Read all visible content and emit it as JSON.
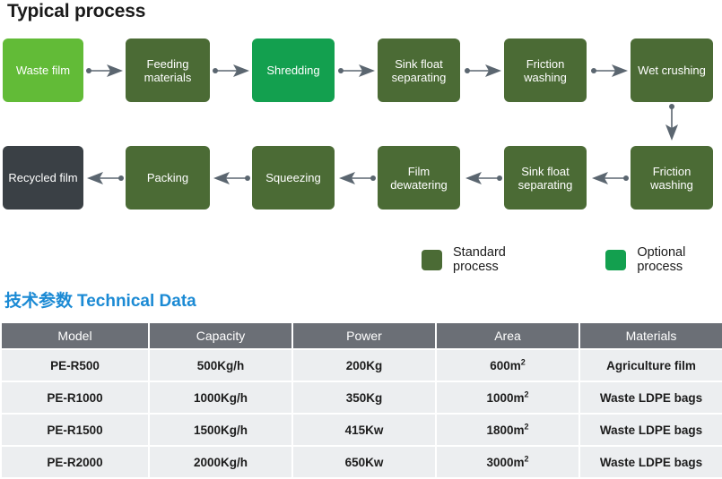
{
  "process": {
    "title": "Typical process",
    "nodes_row1": [
      {
        "label": "Waste film",
        "type": "start"
      },
      {
        "label": "Feeding materials",
        "type": "standard"
      },
      {
        "label": "Shredding",
        "type": "optional"
      },
      {
        "label": "Sink float separating",
        "type": "standard"
      },
      {
        "label": "Friction washing",
        "type": "standard"
      },
      {
        "label": "Wet crushing",
        "type": "standard"
      }
    ],
    "nodes_row2": [
      {
        "label": "Recycled film",
        "type": "end"
      },
      {
        "label": "Packing",
        "type": "standard"
      },
      {
        "label": "Squeezing",
        "type": "standard"
      },
      {
        "label": "Film dewatering",
        "type": "standard"
      },
      {
        "label": "Sink float separating",
        "type": "standard"
      },
      {
        "label": "Friction washing",
        "type": "standard"
      }
    ],
    "legend": [
      {
        "label": "Standard process",
        "color": "#4b6b35"
      },
      {
        "label": "Optional process",
        "color": "#13a04f"
      }
    ],
    "colors": {
      "start": "#62bb37",
      "standard": "#4b6b35",
      "optional": "#13a04f",
      "end": "#3a4045",
      "arrow": "#5b6670"
    }
  },
  "tech": {
    "heading_cn": "技术参数",
    "heading_en": "Technical Data",
    "heading_color": "#1b8ad4",
    "columns": [
      "Model",
      "Capacity",
      "Power",
      "Area",
      "Materials"
    ],
    "rows": [
      {
        "model": "PE-R500",
        "capacity": "500Kg/h",
        "power": "200Kg",
        "area": "600m",
        "area_sup": "2",
        "materials": "Agriculture film"
      },
      {
        "model": "PE-R1000",
        "capacity": "1000Kg/h",
        "power": "350Kg",
        "area": "1000m",
        "area_sup": "2",
        "materials": "Waste LDPE bags"
      },
      {
        "model": "PE-R1500",
        "capacity": "1500Kg/h",
        "power": "415Kw",
        "area": "1800m",
        "area_sup": "2",
        "materials": "Waste LDPE bags"
      },
      {
        "model": "PE-R2000",
        "capacity": "2000Kg/h",
        "power": "650Kw",
        "area": "3000m",
        "area_sup": "2",
        "materials": "Waste LDPE bags"
      }
    ]
  }
}
